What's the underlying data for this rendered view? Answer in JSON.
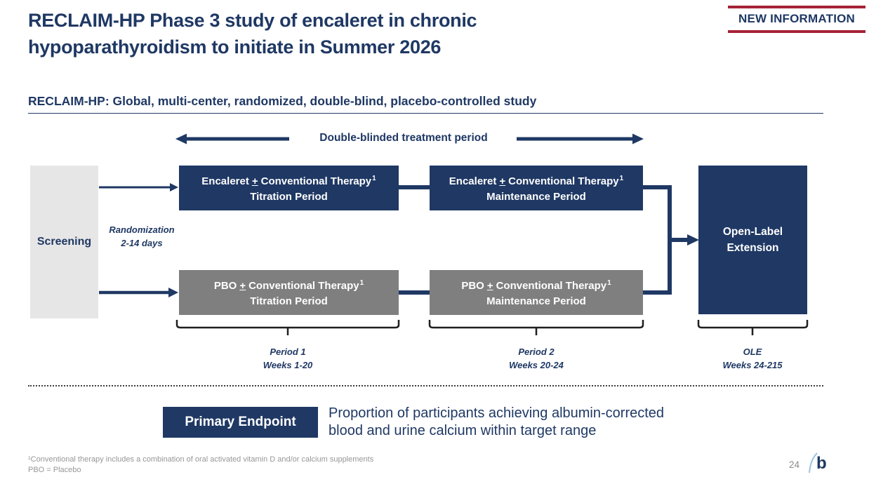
{
  "slide": {
    "title": "RECLAIM-HP Phase 3 study of encaleret in chronic hypoparathyroidism to initiate in Summer 2026",
    "badge": "NEW INFORMATION",
    "subtitle": "RECLAIM-HP: Global, multi-center, randomized, double-blind, placebo-controlled study"
  },
  "diagram": {
    "timeline_label": "Double-blinded treatment period",
    "screening": "Screening",
    "randomization": [
      "Randomization",
      "2-14 days"
    ],
    "boxes": {
      "enc_titration": {
        "drug": "Encaleret",
        "plus": "+",
        "therapy": "Conventional Therapy",
        "sup": "1",
        "period": "Titration Period"
      },
      "enc_maintenance": {
        "drug": "Encaleret",
        "plus": "+",
        "therapy": "Conventional Therapy",
        "sup": "1",
        "period": "Maintenance Period"
      },
      "pbo_titration": {
        "drug": "PBO",
        "plus": "+",
        "therapy": "Conventional Therapy",
        "sup": "1",
        "period": "Titration Period"
      },
      "pbo_maintenance": {
        "drug": "PBO",
        "plus": "+",
        "therapy": "Conventional Therapy",
        "sup": "1",
        "period": "Maintenance Period"
      },
      "ole": [
        "Open-Label",
        "Extension"
      ]
    },
    "periods": [
      {
        "line1": "Period 1",
        "line2": "Weeks 1-20"
      },
      {
        "line1": "Period 2",
        "line2": "Weeks 20-24"
      },
      {
        "line1": "OLE",
        "line2": "Weeks 24-215"
      }
    ]
  },
  "endpoint": {
    "label": "Primary Endpoint",
    "lines": [
      "Proportion of participants achieving albumin-corrected",
      "blood and urine calcium within target range"
    ]
  },
  "footer": {
    "footnote1": "¹Conventional therapy includes a combination of oral activated vitamin D and/or calcium supplements",
    "footnote2": "PBO = Placebo",
    "page_number": "24",
    "logo_text": "b"
  },
  "colors": {
    "navy": "#1F3864",
    "gray_box": "#7F7F7F",
    "screening_gray": "#E7E6E6",
    "accent_red": "#A52238",
    "footnote_gray": "#979797"
  }
}
